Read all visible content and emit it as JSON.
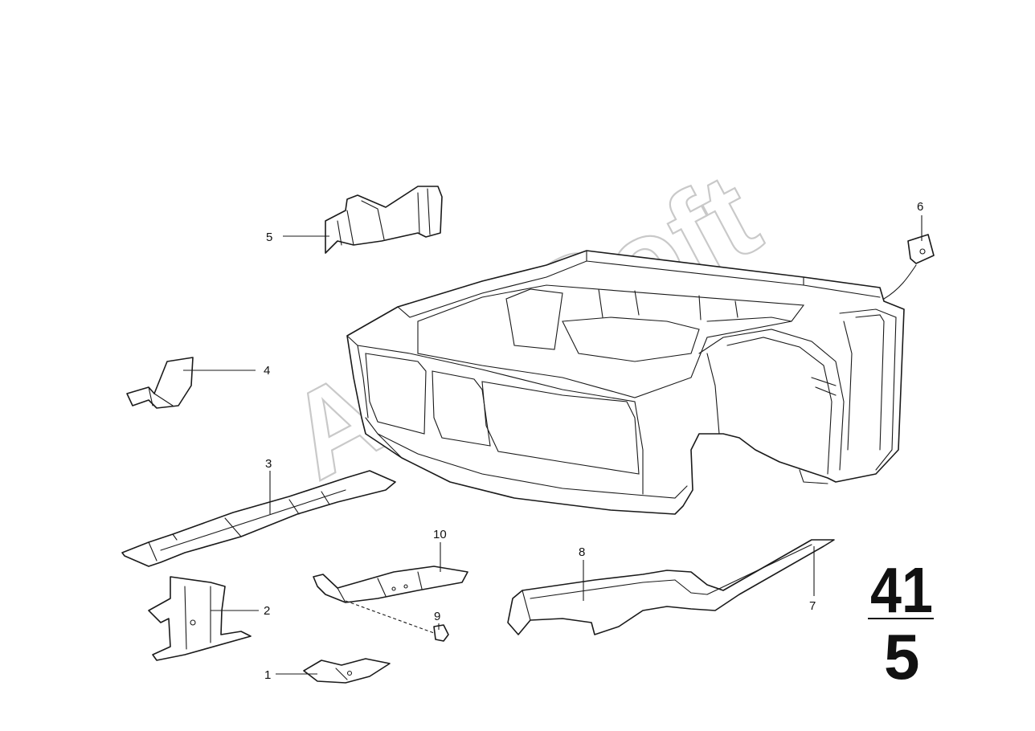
{
  "diagram": {
    "callouts": [
      {
        "id": "1",
        "label": "1"
      },
      {
        "id": "2",
        "label": "2"
      },
      {
        "id": "3",
        "label": "3"
      },
      {
        "id": "4",
        "label": "4"
      },
      {
        "id": "5",
        "label": "5"
      },
      {
        "id": "6",
        "label": "6"
      },
      {
        "id": "7",
        "label": "7"
      },
      {
        "id": "8",
        "label": "8"
      },
      {
        "id": "9",
        "label": "9"
      },
      {
        "id": "10",
        "label": "10"
      }
    ],
    "group_badge": {
      "top": "41",
      "bottom": "5"
    },
    "watermark": "AutoSoft"
  }
}
